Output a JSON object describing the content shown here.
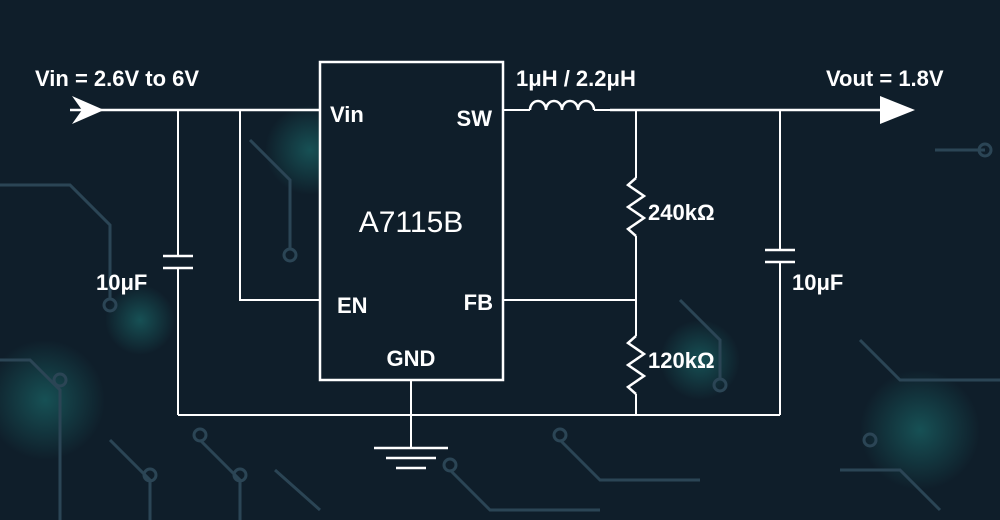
{
  "diagram": {
    "ic_name": "A7115B",
    "pins": {
      "vin": "Vin",
      "sw": "SW",
      "en": "EN",
      "fb": "FB",
      "gnd": "GND"
    },
    "input_label": "Vin = 2.6V to 6V",
    "output_label": "Vout = 1.8V",
    "inductor_label": "1μH / 2.2μH",
    "input_cap_label": "10μF",
    "output_cap_label": "10μF",
    "r_top_label": "240kΩ",
    "r_bottom_label": "120kΩ"
  },
  "colors": {
    "background": "#0f1e2a",
    "wire": "#ffffff",
    "pcb_trace": "#2b4555",
    "glow": "#1d6f70"
  }
}
